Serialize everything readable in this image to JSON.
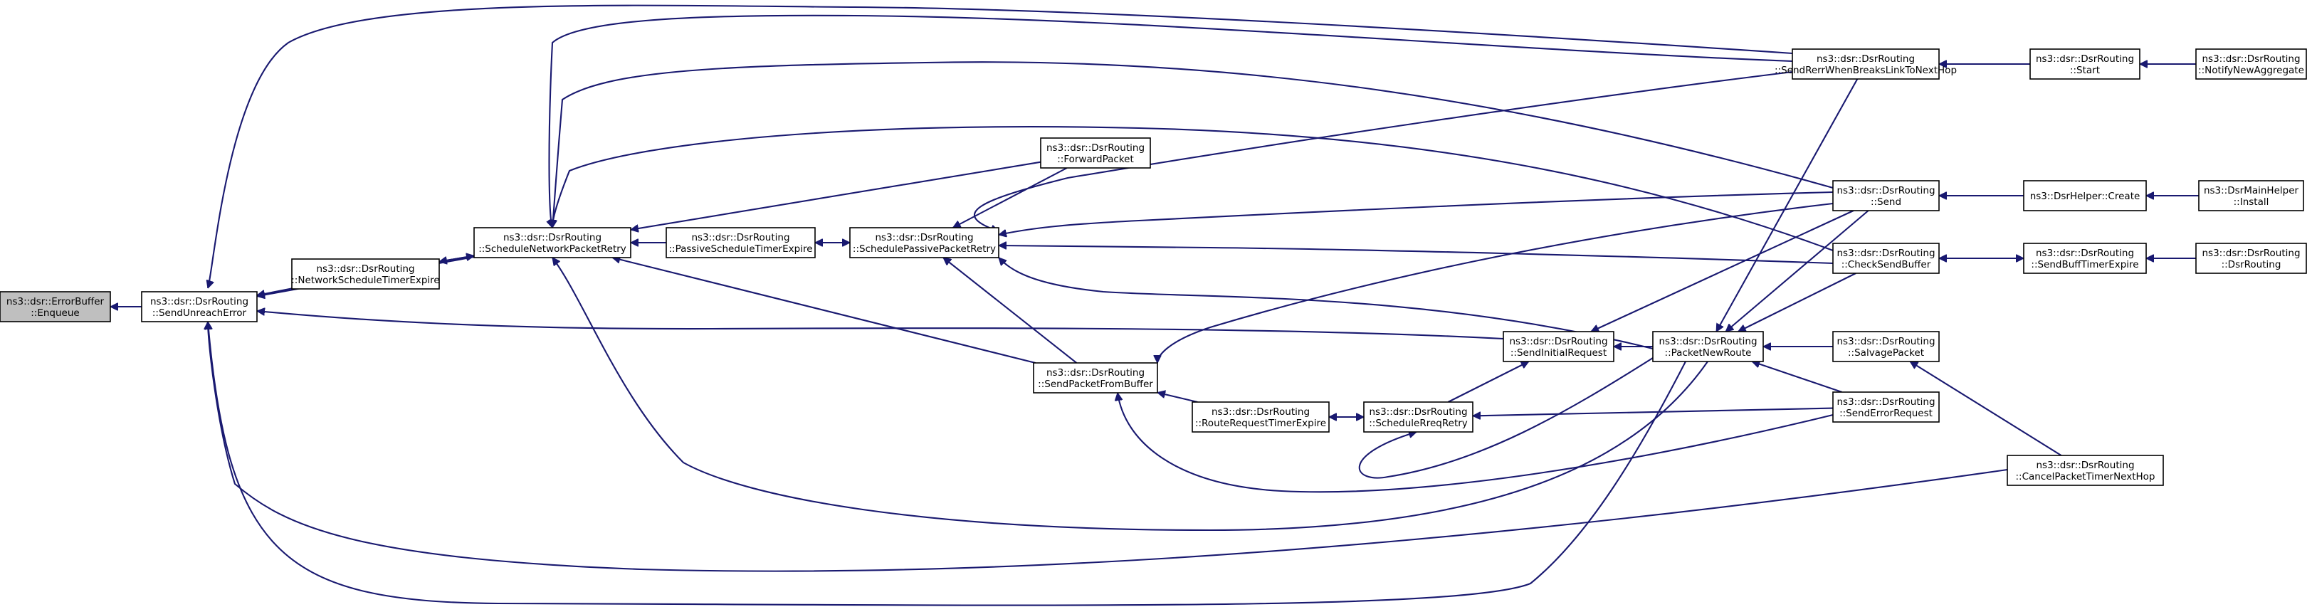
{
  "colors": {
    "edge": "#191970",
    "root_fill": "#bfbfbf",
    "node_fill": "#ffffff",
    "node_border": "#000000"
  },
  "nodes": [
    {
      "id": "n0",
      "lines": [
        "ns3::dsr::ErrorBuffer",
        "::Enqueue"
      ],
      "root": true
    },
    {
      "id": "n1",
      "lines": [
        "ns3::dsr::DsrRouting",
        "::SendUnreachError"
      ]
    },
    {
      "id": "n2",
      "lines": [
        "ns3::dsr::DsrRouting",
        "::NetworkScheduleTimerExpire"
      ]
    },
    {
      "id": "n3",
      "lines": [
        "ns3::dsr::DsrRouting",
        "::ScheduleNetworkPacketRetry"
      ]
    },
    {
      "id": "n4",
      "lines": [
        "ns3::dsr::DsrRouting",
        "::PassiveScheduleTimerExpire"
      ]
    },
    {
      "id": "n5",
      "lines": [
        "ns3::dsr::DsrRouting",
        "::SchedulePassivePacketRetry"
      ]
    },
    {
      "id": "n6",
      "lines": [
        "ns3::dsr::DsrRouting",
        "::ForwardPacket"
      ]
    },
    {
      "id": "n7",
      "lines": [
        "ns3::dsr::DsrRouting",
        "::SendPacketFromBuffer"
      ]
    },
    {
      "id": "n8",
      "lines": [
        "ns3::dsr::DsrRouting",
        "::RouteRequestTimerExpire"
      ]
    },
    {
      "id": "n9",
      "lines": [
        "ns3::dsr::DsrRouting",
        "::ScheduleRreqRetry"
      ]
    },
    {
      "id": "n10",
      "lines": [
        "ns3::dsr::DsrRouting",
        "::SendInitialRequest"
      ]
    },
    {
      "id": "n11",
      "lines": [
        "ns3::dsr::DsrRouting",
        "::PacketNewRoute"
      ]
    },
    {
      "id": "n12",
      "lines": [
        "ns3::dsr::DsrRouting",
        "::SendRerrWhenBreaksLinkToNextHop"
      ]
    },
    {
      "id": "n13",
      "lines": [
        "ns3::dsr::DsrRouting",
        "::Send"
      ]
    },
    {
      "id": "n14",
      "lines": [
        "ns3::dsr::DsrRouting",
        "::CheckSendBuffer"
      ]
    },
    {
      "id": "n15",
      "lines": [
        "ns3::dsr::DsrRouting",
        "::SalvagePacket"
      ]
    },
    {
      "id": "n16",
      "lines": [
        "ns3::dsr::DsrRouting",
        "::SendErrorRequest"
      ]
    },
    {
      "id": "n17",
      "lines": [
        "ns3::dsr::DsrRouting",
        "::Start"
      ]
    },
    {
      "id": "n18",
      "lines": [
        "ns3::DsrHelper::Create"
      ]
    },
    {
      "id": "n19",
      "lines": [
        "ns3::dsr::DsrRouting",
        "::SendBuffTimerExpire"
      ]
    },
    {
      "id": "n20",
      "lines": [
        "ns3::dsr::DsrRouting",
        "::CancelPacketTimerNextHop"
      ]
    },
    {
      "id": "n21",
      "lines": [
        "ns3::dsr::DsrRouting",
        "::NotifyNewAggregate"
      ]
    },
    {
      "id": "n22",
      "lines": [
        "ns3::DsrMainHelper",
        "::Install"
      ]
    },
    {
      "id": "n23",
      "lines": [
        "ns3::dsr::DsrRouting",
        "::DsrRouting"
      ]
    }
  ],
  "edges": [
    {
      "from": "n1",
      "to": "n0"
    },
    {
      "from": "n2",
      "to": "n1"
    },
    {
      "from": "n3",
      "to": "n1"
    },
    {
      "from": "n12",
      "to": "n1"
    },
    {
      "from": "n10",
      "to": "n1"
    },
    {
      "from": "n20",
      "to": "n1"
    },
    {
      "from": "n11",
      "to": "n1"
    },
    {
      "from": "n3",
      "to": "n2"
    },
    {
      "from": "n2",
      "to": "n3"
    },
    {
      "from": "n4",
      "to": "n3"
    },
    {
      "from": "n6",
      "to": "n3"
    },
    {
      "from": "n7",
      "to": "n3"
    },
    {
      "from": "n12",
      "to": "n3"
    },
    {
      "from": "n13",
      "to": "n3"
    },
    {
      "from": "n14",
      "to": "n3"
    },
    {
      "from": "n11",
      "to": "n3"
    },
    {
      "from": "n5",
      "to": "n4"
    },
    {
      "from": "n4",
      "to": "n5"
    },
    {
      "from": "n6",
      "to": "n5"
    },
    {
      "from": "n7",
      "to": "n5"
    },
    {
      "from": "n12",
      "to": "n5"
    },
    {
      "from": "n13",
      "to": "n5"
    },
    {
      "from": "n14",
      "to": "n5"
    },
    {
      "from": "n11",
      "to": "n5"
    },
    {
      "from": "n8",
      "to": "n7"
    },
    {
      "from": "n13",
      "to": "n7"
    },
    {
      "from": "n16",
      "to": "n7"
    },
    {
      "from": "n9",
      "to": "n8"
    },
    {
      "from": "n8",
      "to": "n9"
    },
    {
      "from": "n16",
      "to": "n9"
    },
    {
      "from": "n11",
      "to": "n9"
    },
    {
      "from": "n9",
      "to": "n10"
    },
    {
      "from": "n11",
      "to": "n10"
    },
    {
      "from": "n13",
      "to": "n10"
    },
    {
      "from": "n12",
      "to": "n11"
    },
    {
      "from": "n13",
      "to": "n11"
    },
    {
      "from": "n14",
      "to": "n11"
    },
    {
      "from": "n15",
      "to": "n11"
    },
    {
      "from": "n16",
      "to": "n11"
    },
    {
      "from": "n17",
      "to": "n12"
    },
    {
      "from": "n21",
      "to": "n17"
    },
    {
      "from": "n18",
      "to": "n13"
    },
    {
      "from": "n22",
      "to": "n18"
    },
    {
      "from": "n19",
      "to": "n14"
    },
    {
      "from": "n14",
      "to": "n19"
    },
    {
      "from": "n23",
      "to": "n19"
    },
    {
      "from": "n20",
      "to": "n15"
    }
  ]
}
